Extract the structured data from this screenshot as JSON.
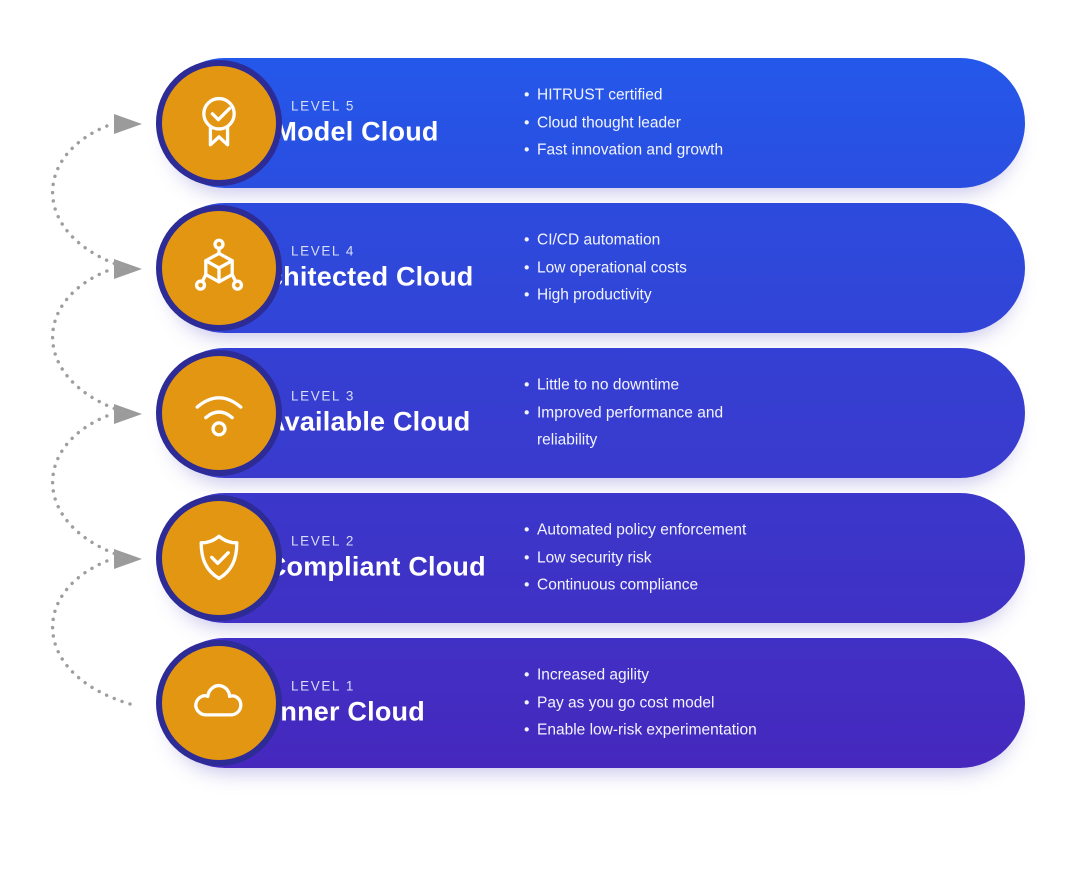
{
  "diagram": {
    "description_colors": {
      "badge_fill": "#E39612",
      "badge_ring": "#2D2B95",
      "arrow_gray": "#9E9E9E",
      "level_label_color": "#D8DFF6",
      "title_color": "#FFFFFF",
      "bullet_color": "#F2F4FE"
    },
    "levels": [
      {
        "level_label": "LEVEL 5",
        "title": "Role Model Cloud",
        "icon": "medal-award-icon",
        "bullets": [
          "HITRUST certified",
          "Cloud thought leader",
          "Fast innovation and growth"
        ],
        "colors": {
          "top": "#2458EA",
          "bottom": "#2A4EE0"
        }
      },
      {
        "level_label": "LEVEL 4",
        "title": "Well-Architected Cloud",
        "icon": "cube-nodes-icon",
        "bullets": [
          "CI/CD automation",
          "Low operational costs",
          "High productivity"
        ],
        "colors": {
          "top": "#2C4BDD",
          "bottom": "#3244D7"
        }
      },
      {
        "level_label": "LEVEL 3",
        "title": "Highly Available Cloud",
        "icon": "wifi-signal-icon",
        "bullets": [
          "Little to no downtime",
          "Improved performance and reliability"
        ],
        "colors": {
          "top": "#3440D3",
          "bottom": "#3A3ACD"
        }
      },
      {
        "level_label": "LEVEL 2",
        "title": "Secure, Compliant Cloud",
        "icon": "shield-check-icon",
        "bullets": [
          "Automated policy enforcement",
          "Low security risk",
          "Continuous compliance"
        ],
        "colors": {
          "top": "#3B37CB",
          "bottom": "#4030C4"
        }
      },
      {
        "level_label": "LEVEL 1",
        "title": "Beginner Cloud",
        "icon": "cloud-icon",
        "bullets": [
          "Increased agility",
          "Pay as you go cost model",
          "Enable low-risk experimentation"
        ],
        "colors": {
          "top": "#4130C5",
          "bottom": "#4628BD"
        }
      }
    ]
  }
}
